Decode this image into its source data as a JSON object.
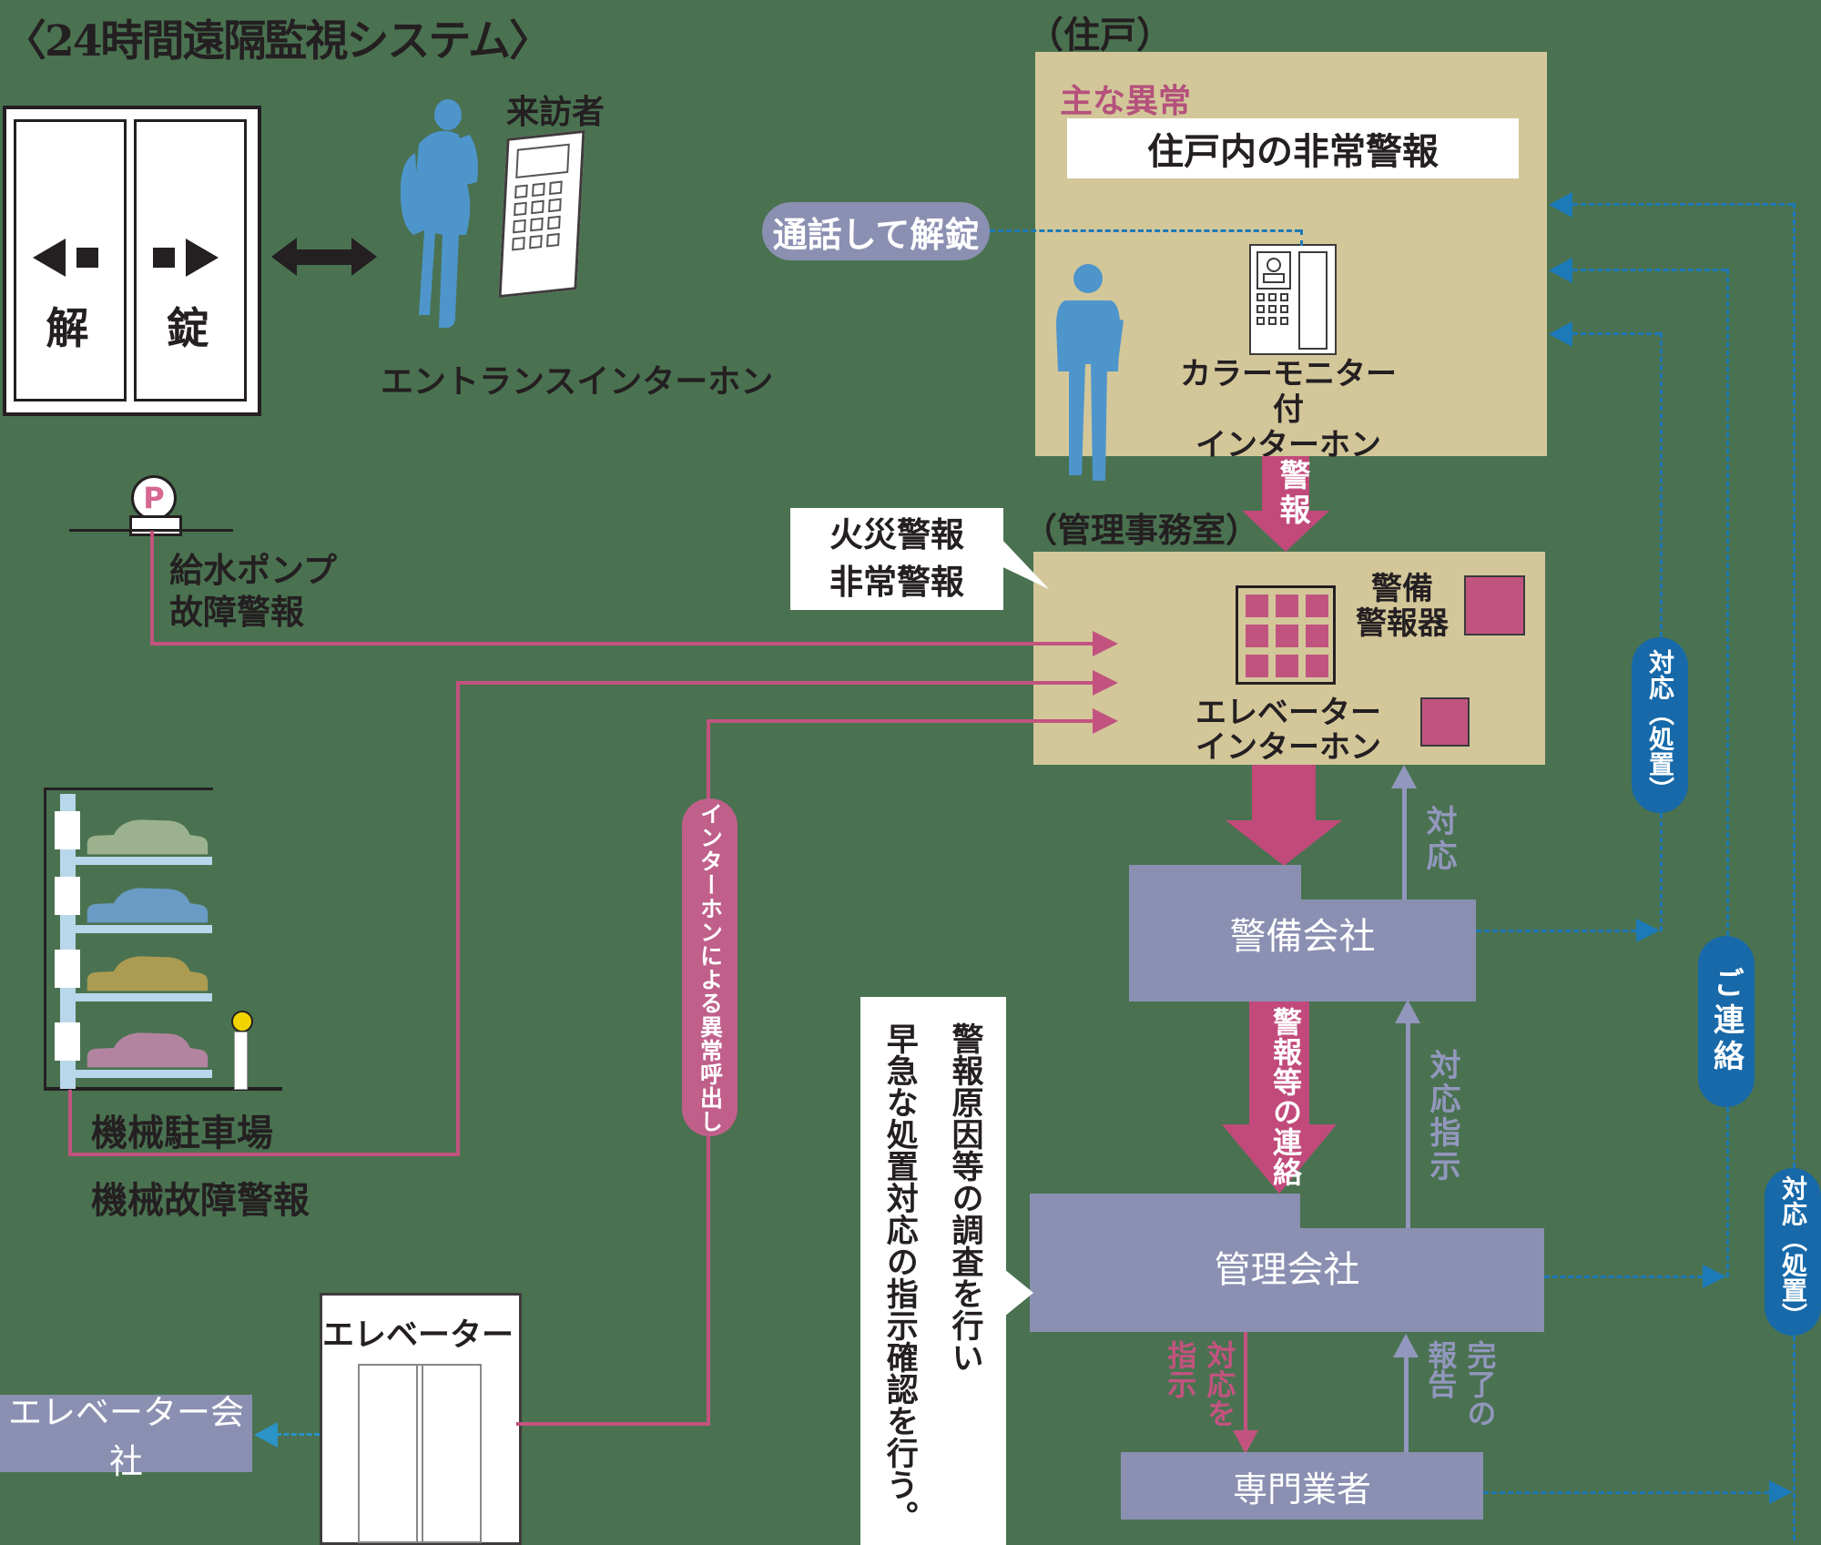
{
  "title": "〈24時間遠隔監視システム〉",
  "door": {
    "kai": "解",
    "jou": "錠"
  },
  "visitor": "来訪者",
  "entrance_intercom": "エントランスインターホン",
  "unlock_pill": "通話して解錠",
  "dwelling": {
    "label": "（住戸）",
    "main_abnormal": "主な異常",
    "alarm": "住戸内の非常警報",
    "monitor1": "カラーモニター付",
    "monitor2": "インターホン"
  },
  "alarm_arrow": "警報",
  "office": {
    "label": "（管理事務室）",
    "callout1": "火災警報",
    "callout2": "非常警報",
    "device1a": "警備",
    "device1b": "警報器",
    "device2a": "エレベーター",
    "device2b": "インターホン"
  },
  "pump": {
    "icon": "P",
    "line1": "給水ポンプ",
    "line2": "故障警報"
  },
  "parking": {
    "name": "機械駐車場",
    "alarm": "機械故障警報"
  },
  "intercom_pill": "インターホンによる異常呼出し",
  "elevator": {
    "box": "エレベーター",
    "company": "エレベーター会社"
  },
  "security_company": "警備会社",
  "management_company": "管理会社",
  "specialist": "専門業者",
  "flow": {
    "taiou": "対応",
    "keiho_renraku": "警報等の連絡",
    "taiou_shiji": "対応指示",
    "taiou_wo_a": "対応を",
    "taiou_wo_b": "指示",
    "kanryo_a": "完了の",
    "kanryo_b": "報告"
  },
  "pill": {
    "shochi1": "対応（処置）",
    "contact": "ご連絡",
    "shochi2": "対応（処置）"
  },
  "note": {
    "line1": "警報原因等の調査を行い",
    "line2": "早急な処置対応の指示確認を行う。"
  },
  "colors": {
    "bg": "#4a7251",
    "beige": "#d3c79a",
    "pink": "#c2537f",
    "purple_box": "#8b90b2",
    "purple_arrow": "#9297bd",
    "blue_pill": "#1769a9",
    "dashed_blue": "#1d7ab8",
    "person_blue": "#4e95cc"
  }
}
